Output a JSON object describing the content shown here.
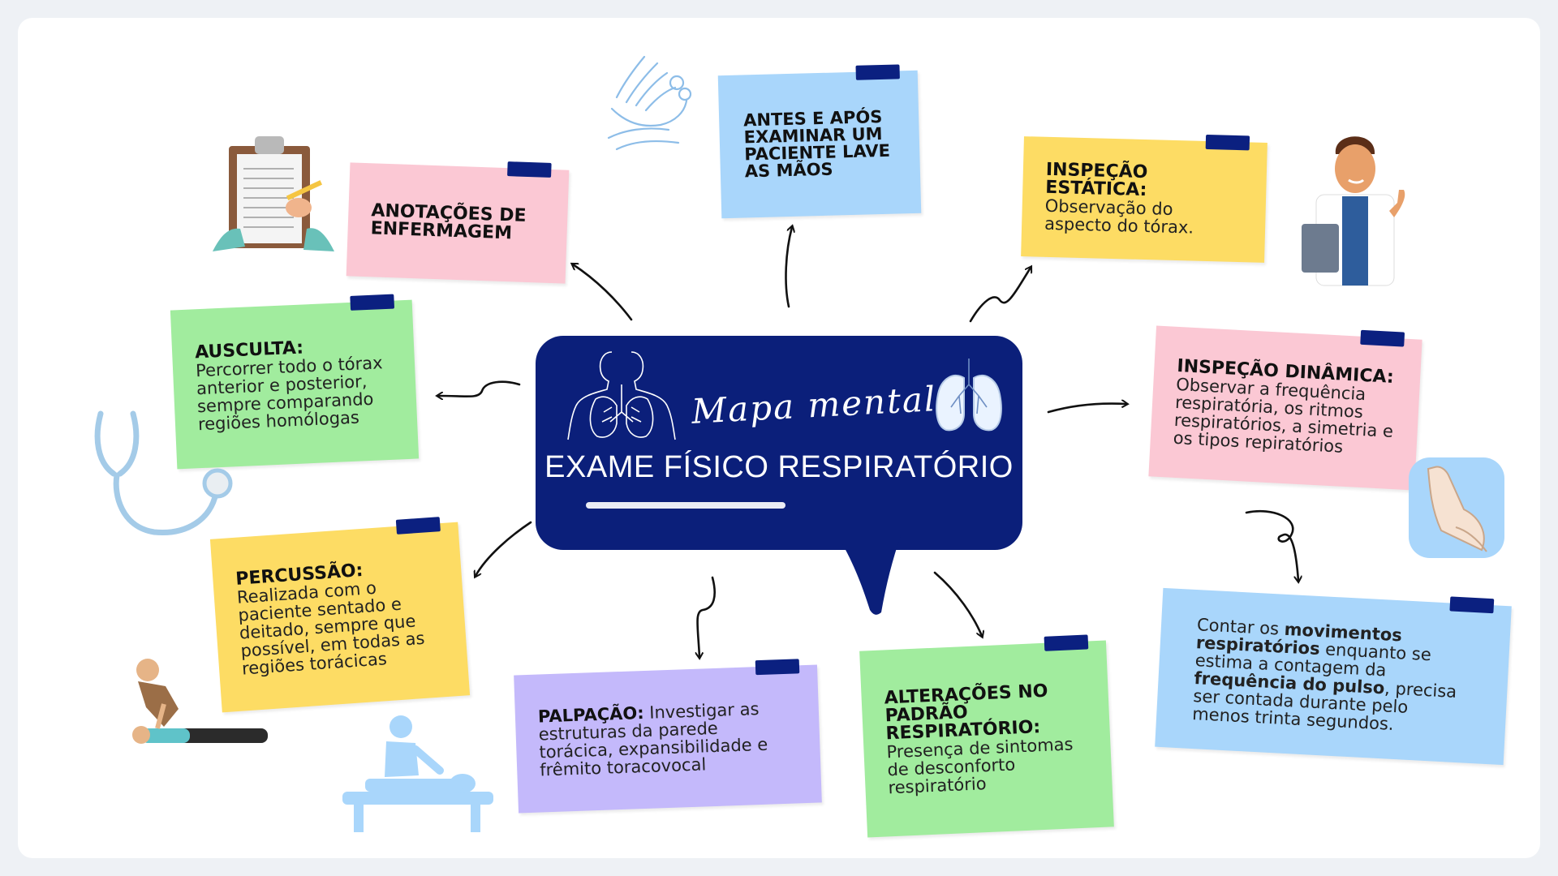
{
  "diagram": {
    "center": {
      "script": "Mapa mental",
      "title": "EXAME FÍSICO RESPIRATÓRIO"
    },
    "notes": {
      "hands": "ANTES E APÓS EXAMINAR UM PACIENTE LAVE AS MÃOS",
      "anotacoes": "ANOTAÇÕES DE ENFERMAGEM",
      "estatica_title": "INSPEÇÃO ESTÁTICA:",
      "estatica_body": "Observação do aspecto do tórax.",
      "ausculta_title": "AUSCULTA:",
      "ausculta_body": "Percorrer todo o tórax anterior e posterior, sempre comparando regiões homólogas",
      "dinamica_title": "INSPEÇÃO DINÂMICA:",
      "dinamica_body": "Observar a frequência respiratória, os ritmos respiratórios, a simetria e os tipos repiratórios",
      "percussao_title": "PERCUSSÃO:",
      "percussao_body": "Realizada com o paciente sentado e deitado, sempre que possível, em todas as regiões torácicas",
      "palpacao_title": "PALPAÇÃO:",
      "palpacao_body": "Investigar as estruturas da parede torácica, expansibilidade e frêmito toracovocal",
      "alteracoes_title": "ALTERAÇÕES NO PADRÃO RESPIRATÓRIO:",
      "alteracoes_body": "Presença de sintomas de desconforto respiratório",
      "contar_1": "Contar os",
      "contar_2": "movimentos respiratórios",
      "contar_3": "enquanto se estima a contagem da",
      "contar_4": "frequência do pulso",
      "contar_5": ", precisa ser contada durante pelo menos trinta segundos."
    },
    "colors": {
      "navy": "#0b1f7a",
      "pink": "#fbc8d4",
      "blue": "#a9d6fb",
      "yellow": "#fddc64",
      "green": "#a1ec9e",
      "purple": "#c4b9fb",
      "tape": "#0b2080"
    }
  }
}
